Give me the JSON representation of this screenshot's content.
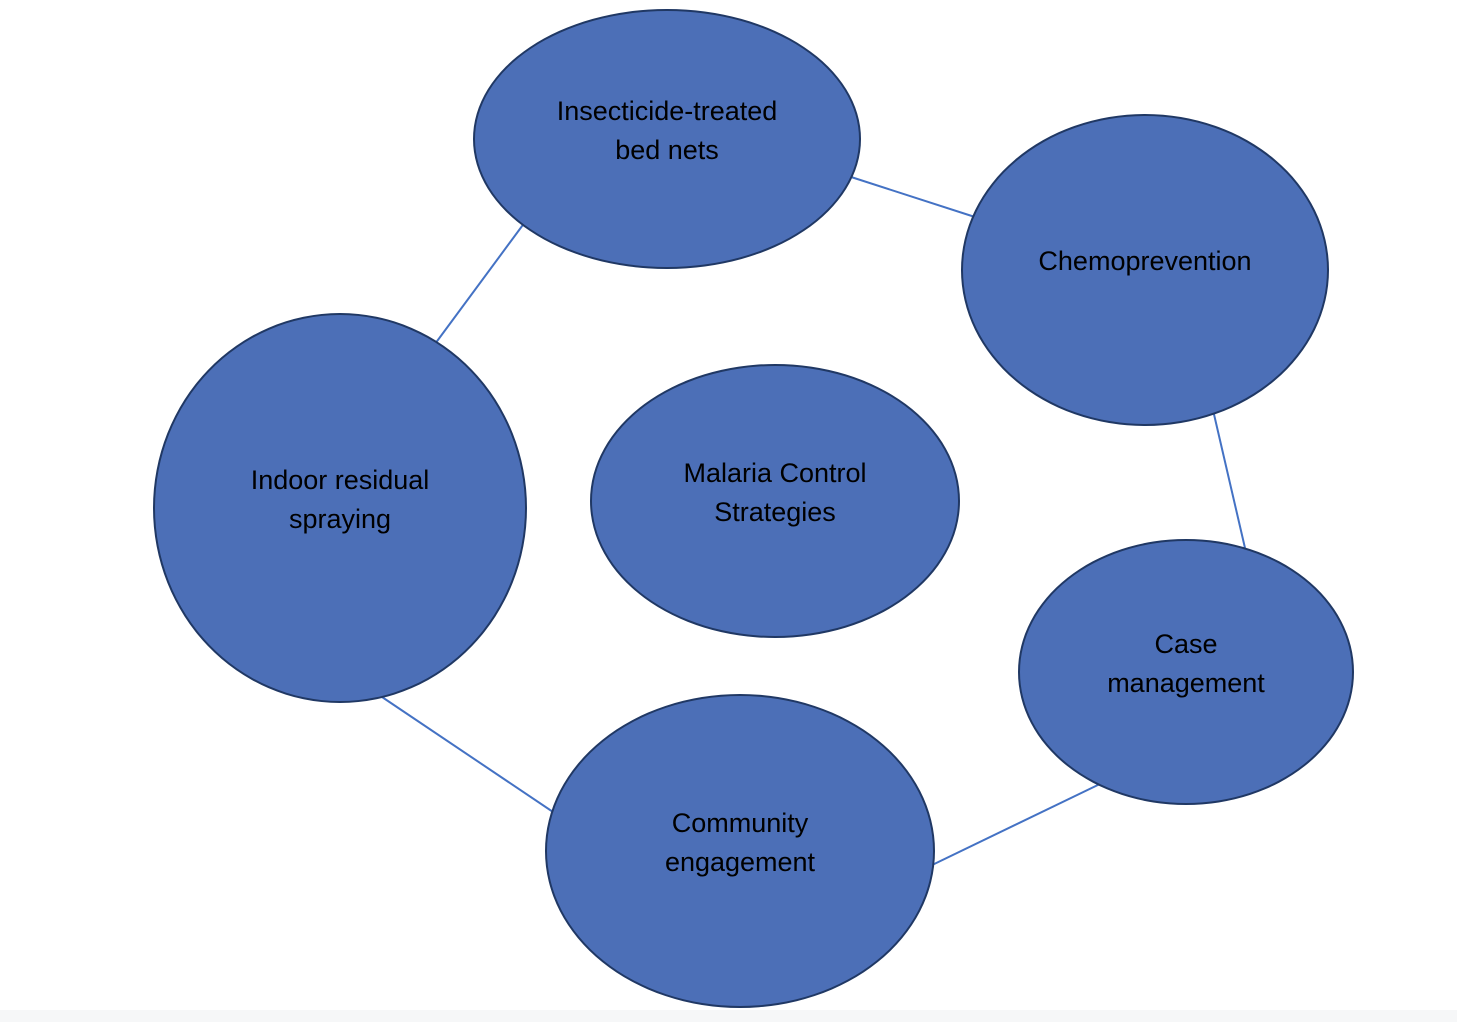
{
  "diagram": {
    "type": "cycle",
    "topic": "Malaria Control Strategies"
  },
  "nodes": [
    {
      "id": "insecticide-treated-bed-nets",
      "label": "Insecticide-treated bed nets"
    },
    {
      "id": "chemoprevention",
      "label": "Chemoprevention"
    },
    {
      "id": "indoor-residual-spraying",
      "label": "Indoor residual spraying"
    },
    {
      "id": "malaria-control-strategies",
      "label": "Malaria Control Strategies",
      "role": "center"
    },
    {
      "id": "case-management",
      "label": "Case management"
    },
    {
      "id": "community-engagement",
      "label": "Community engagement"
    }
  ],
  "connections": [
    {
      "from": "insecticide-treated-bed-nets",
      "to": "chemoprevention"
    },
    {
      "from": "insecticide-treated-bed-nets",
      "to": "indoor-residual-spraying"
    },
    {
      "from": "chemoprevention",
      "to": "case-management"
    },
    {
      "from": "case-management",
      "to": "community-engagement"
    },
    {
      "from": "indoor-residual-spraying",
      "to": "community-engagement"
    }
  ],
  "colors": {
    "node_fill": "#4C6FB7",
    "node_border": "#203864",
    "connector": "#4472C4",
    "text_color": "#000000",
    "background": "#FFFFFF",
    "footer_strip": "#F6F7F8"
  }
}
